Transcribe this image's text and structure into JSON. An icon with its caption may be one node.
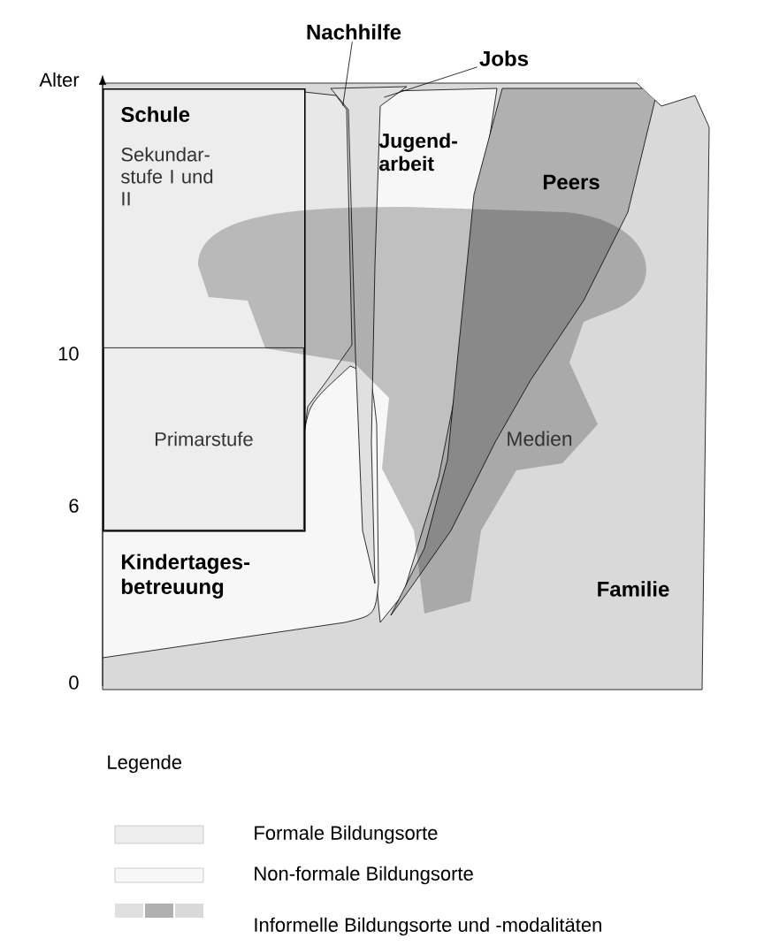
{
  "diagram": {
    "nodes": [
      {
        "text": [
          "Familie"
        ]
      },
      {
        "text": [
          "Schule"
        ],
        "in": 0
      },
      {
        "text": [
          "Sekundar- stufe I und II"
        ],
        "in": 1
      },
      {
        "text": [
          "Primarstufe"
        ],
        "in": 1
      },
      {
        "text": [
          "Kindertages- betreuung"
        ],
        "in": 0
      },
      {
        "text": [
          "Nachhilfe"
        ]
      },
      {
        "text": [],
        "shape": "bar",
        "in": 0
      },
      {
        "text": [
          "Jobs"
        ]
      },
      {
        "text": [],
        "shape": "bar",
        "in": 0
      },
      {
        "text": [
          "Jugend- arbeit"
        ],
        "in": 0
      },
      {
        "text": [
          "Peers"
        ],
        "in": 0
      },
      {
        "text": [
          "Medien"
        ],
        "in": 0
      }
    ],
    "edges": [
      {
        "from": 5,
        "to": 6,
        "arrow": "none"
      },
      {
        "from": 7,
        "to": 8,
        "arrow": "none"
      }
    ],
    "labels": [
      "Alter",
      "10",
      "6",
      "0",
      "Legende"
    ],
    "legend": [
      {
        "text": "Formale Bildungsorte"
      },
      {
        "text": "Non-formale Bildungsorte"
      },
      {
        "text": "Informelle Bildungsorte und -modalitäten"
      }
    ]
  }
}
